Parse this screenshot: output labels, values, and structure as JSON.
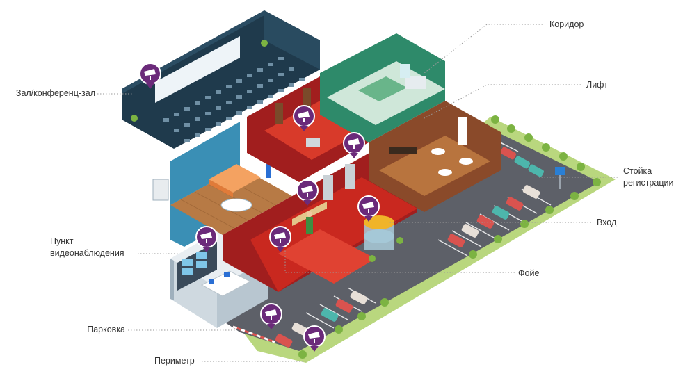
{
  "labels": {
    "conference": "Зал/конференц-зал",
    "corridor": "Коридор",
    "elevator": "Лифт",
    "reception_line1": "Стойка",
    "reception_line2": "регистрации",
    "entrance": "Вход",
    "cctv_line1": "Пункт",
    "cctv_line2": "видеонаблюдения",
    "lobby": "Фойе",
    "parking": "Парковка",
    "perimeter": "Периметр"
  },
  "colors": {
    "camera_pin": "#6b2a7a",
    "leader_line": "#9a9a9a",
    "hallway_carpet": "#c9281f",
    "conference_wall": "#1f3a4c",
    "room_green": "#2e8a6a",
    "room_blue": "#3a8fb5",
    "restaurant_wall": "#8a4a2a",
    "road": "#5d6068",
    "grass": "#b9d77e"
  },
  "icons": {
    "camera_pin": "security-camera-pin-icon",
    "tree": "tree-icon",
    "car": "car-icon",
    "parking_sign": "parking-sign-icon"
  }
}
